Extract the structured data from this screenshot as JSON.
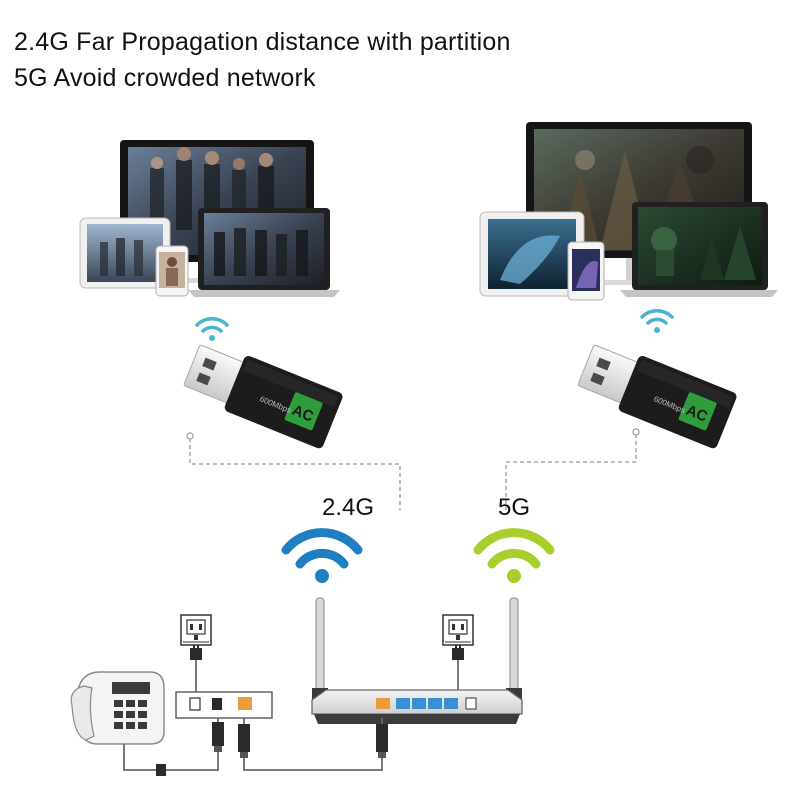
{
  "header": {
    "line1": "2.4G Far Propagation distance with partition",
    "line2": "5G Avoid crowded network"
  },
  "bands": {
    "left_label": "2.4G",
    "right_label": "5G",
    "left_color": "#1e7fc2",
    "right_color": "#a9cf2c"
  },
  "adapter": {
    "chip_label": "AC",
    "body_text": "600Mbps",
    "body_color": "#1c1c1c",
    "chip_color": "#2e9e3c"
  },
  "icons": {
    "small_wifi_color": "#4ab3cf",
    "wire_color": "#7a7a7a"
  }
}
